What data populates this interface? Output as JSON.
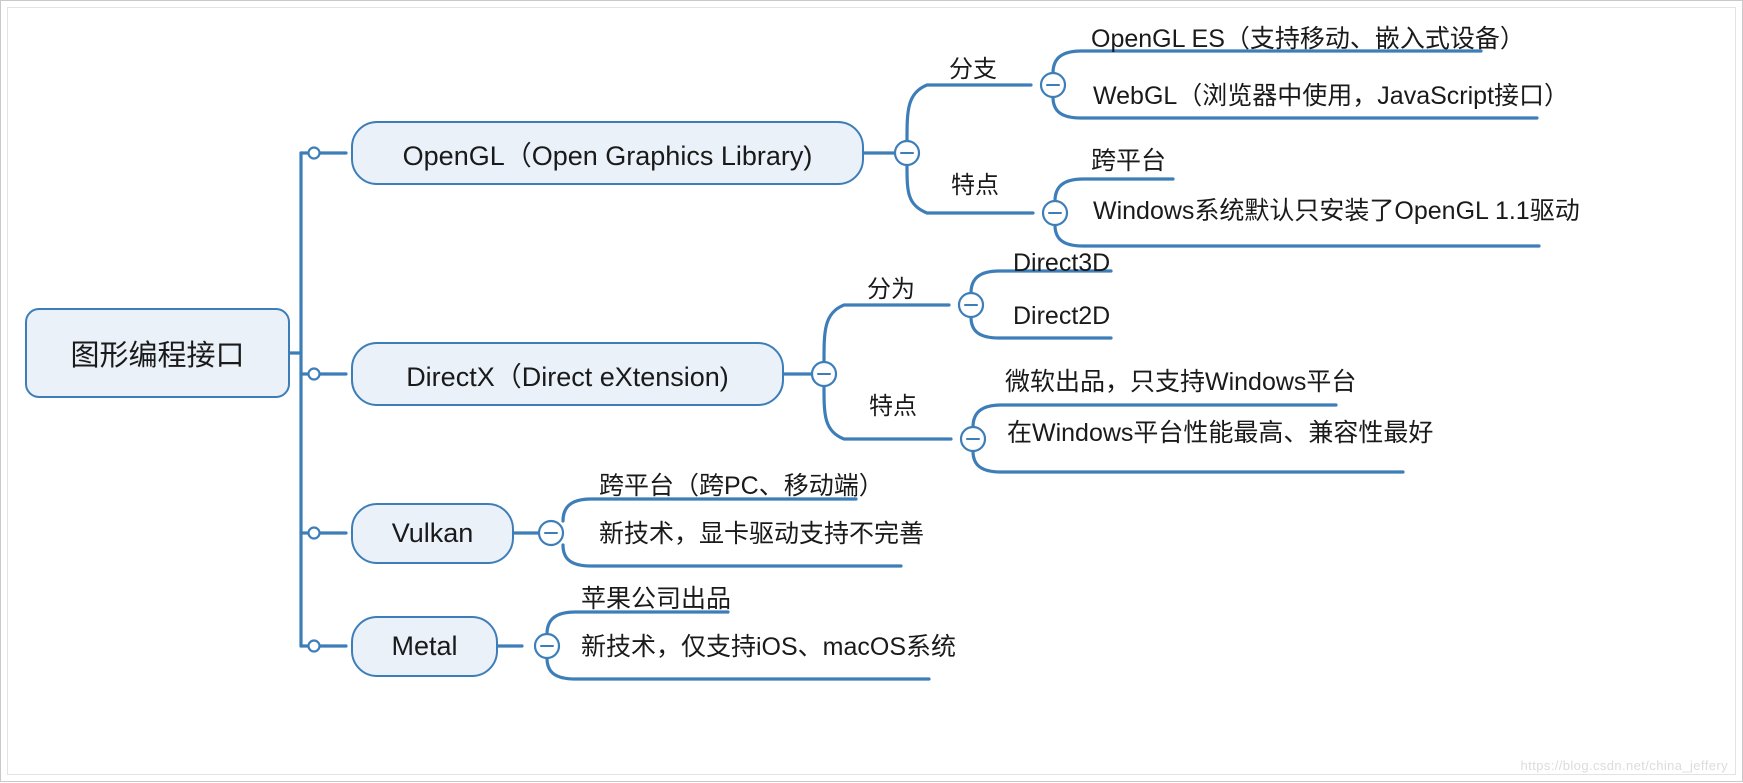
{
  "diagram": {
    "type": "mind-map",
    "accent_color": "#3d7eb8",
    "node_fill": "#eaf1f9",
    "root": {
      "label": "图形编程接口"
    },
    "branches": [
      {
        "label": "OpenGL（Open Graphics Library)",
        "groups": [
          {
            "label": "分支",
            "items": [
              "OpenGL ES（支持移动、嵌入式设备）",
              "WebGL（浏览器中使用，JavaScript接口）"
            ]
          },
          {
            "label": "特点",
            "items": [
              "跨平台",
              "Windows系统默认只安装了OpenGL 1.1驱动"
            ]
          }
        ]
      },
      {
        "label": "DirectX（Direct eXtension)",
        "groups": [
          {
            "label": "分为",
            "items": [
              "Direct3D",
              "Direct2D"
            ]
          },
          {
            "label": "特点",
            "items": [
              "微软出品，只支持Windows平台",
              "在Windows平台性能最高、兼容性最好"
            ]
          }
        ]
      },
      {
        "label": "Vulkan",
        "groups": [
          {
            "label": "",
            "items": [
              "跨平台（跨PC、移动端）",
              "新技术，显卡驱动支持不完善"
            ]
          }
        ]
      },
      {
        "label": "Metal",
        "groups": [
          {
            "label": "",
            "items": [
              "苹果公司出品",
              "新技术，仅支持iOS、macOS系统"
            ]
          }
        ]
      }
    ],
    "collapse_icon": "−",
    "watermark": "https://blog.csdn.net/china_jeffery"
  }
}
